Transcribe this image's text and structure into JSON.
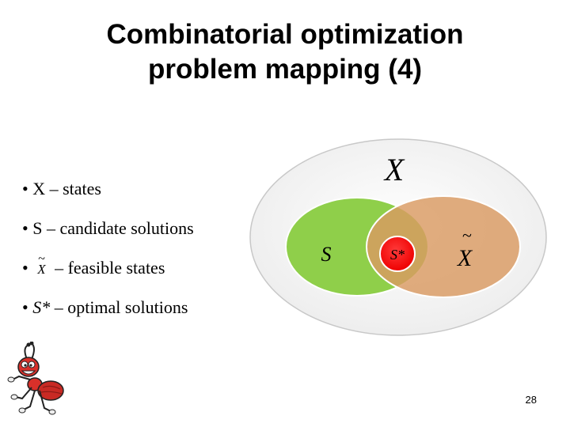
{
  "title": {
    "line1": "Combinatorial optimization",
    "line2": "problem mapping (4)"
  },
  "bullets": [
    {
      "symbol": "X",
      "text": " – states"
    },
    {
      "symbol": "S",
      "text": " – candidate solutions"
    },
    {
      "symbol": "X",
      "text": " – feasible states"
    },
    {
      "symbol": "S*",
      "text": " – optimal solutions"
    }
  ],
  "diagram": {
    "outer_label": "X",
    "green_label": "S",
    "orange_label": "X",
    "center_label": "S*",
    "colors": {
      "outer_fill": "#f4f4f4",
      "green": "#8fcf4a",
      "orange": "#d99a62",
      "red": "#ff1010"
    }
  },
  "page_number": "28",
  "icons": [
    "ant-mascot-icon",
    "bullet-dot-icon"
  ]
}
